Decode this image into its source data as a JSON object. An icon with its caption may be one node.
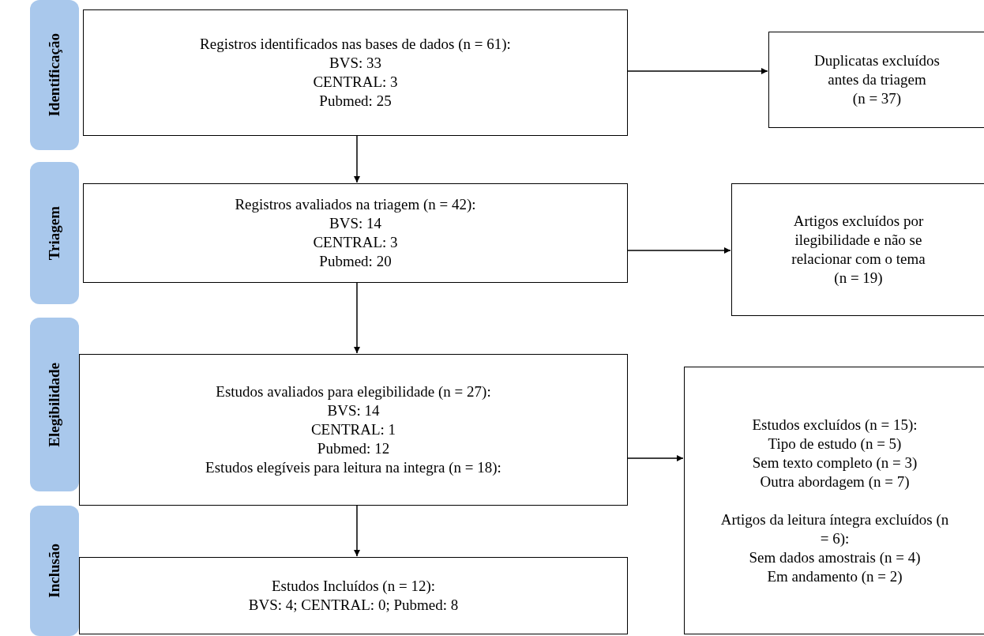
{
  "diagram": {
    "nodes": [
      {
        "text": [
          "Identificação"
        ]
      },
      {
        "text": [
          "Registros identificados nas bases de dados (n = 61):",
          "BVS: 33",
          "CENTRAL: 3",
          "Pubmed: 25"
        ]
      },
      {
        "text": [
          "Duplicatas excluídos antes da triagem",
          "(n = 37)"
        ]
      },
      {
        "text": [
          "Triagem"
        ]
      },
      {
        "text": [
          "Registros avaliados na triagem (n = 42):",
          "BVS: 14",
          "CENTRAL: 3",
          "Pubmed: 20"
        ]
      },
      {
        "text": [
          "Artigos excluídos por ilegibilidade e não se relacionar com o tema",
          "(n = 19)"
        ]
      },
      {
        "text": [
          "Elegibilidade"
        ]
      },
      {
        "text": [
          "Estudos avaliados para elegibilidade (n = 27):",
          "BVS: 14",
          "CENTRAL: 1",
          "Pubmed: 12",
          "Estudos elegíveis para leitura na integra (n = 18):"
        ]
      },
      {
        "text": [
          "Estudos excluídos (n = 15):",
          "Tipo de estudo (n = 5)",
          "Sem texto completo (n = 3)",
          "Outra abordagem (n = 7)",
          "Artigos da leitura íntegra excluídos (n = 6):",
          "Sem dados amostrais (n = 4)",
          "Em andamento (n = 2)"
        ]
      },
      {
        "text": [
          "Inclusão"
        ]
      },
      {
        "text": [
          "Estudos Incluídos (n = 12):",
          "BVS: 4; CENTRAL: 0; Pubmed: 8"
        ]
      }
    ],
    "edges": [
      {
        "from": 1,
        "to": 2,
        "arrow": "to"
      },
      {
        "from": 1,
        "to": 4,
        "arrow": "to"
      },
      {
        "from": 4,
        "to": 5,
        "arrow": "to"
      },
      {
        "from": 4,
        "to": 7,
        "arrow": "to"
      },
      {
        "from": 7,
        "to": 8,
        "arrow": "to"
      },
      {
        "from": 7,
        "to": 10,
        "arrow": "to"
      }
    ]
  }
}
